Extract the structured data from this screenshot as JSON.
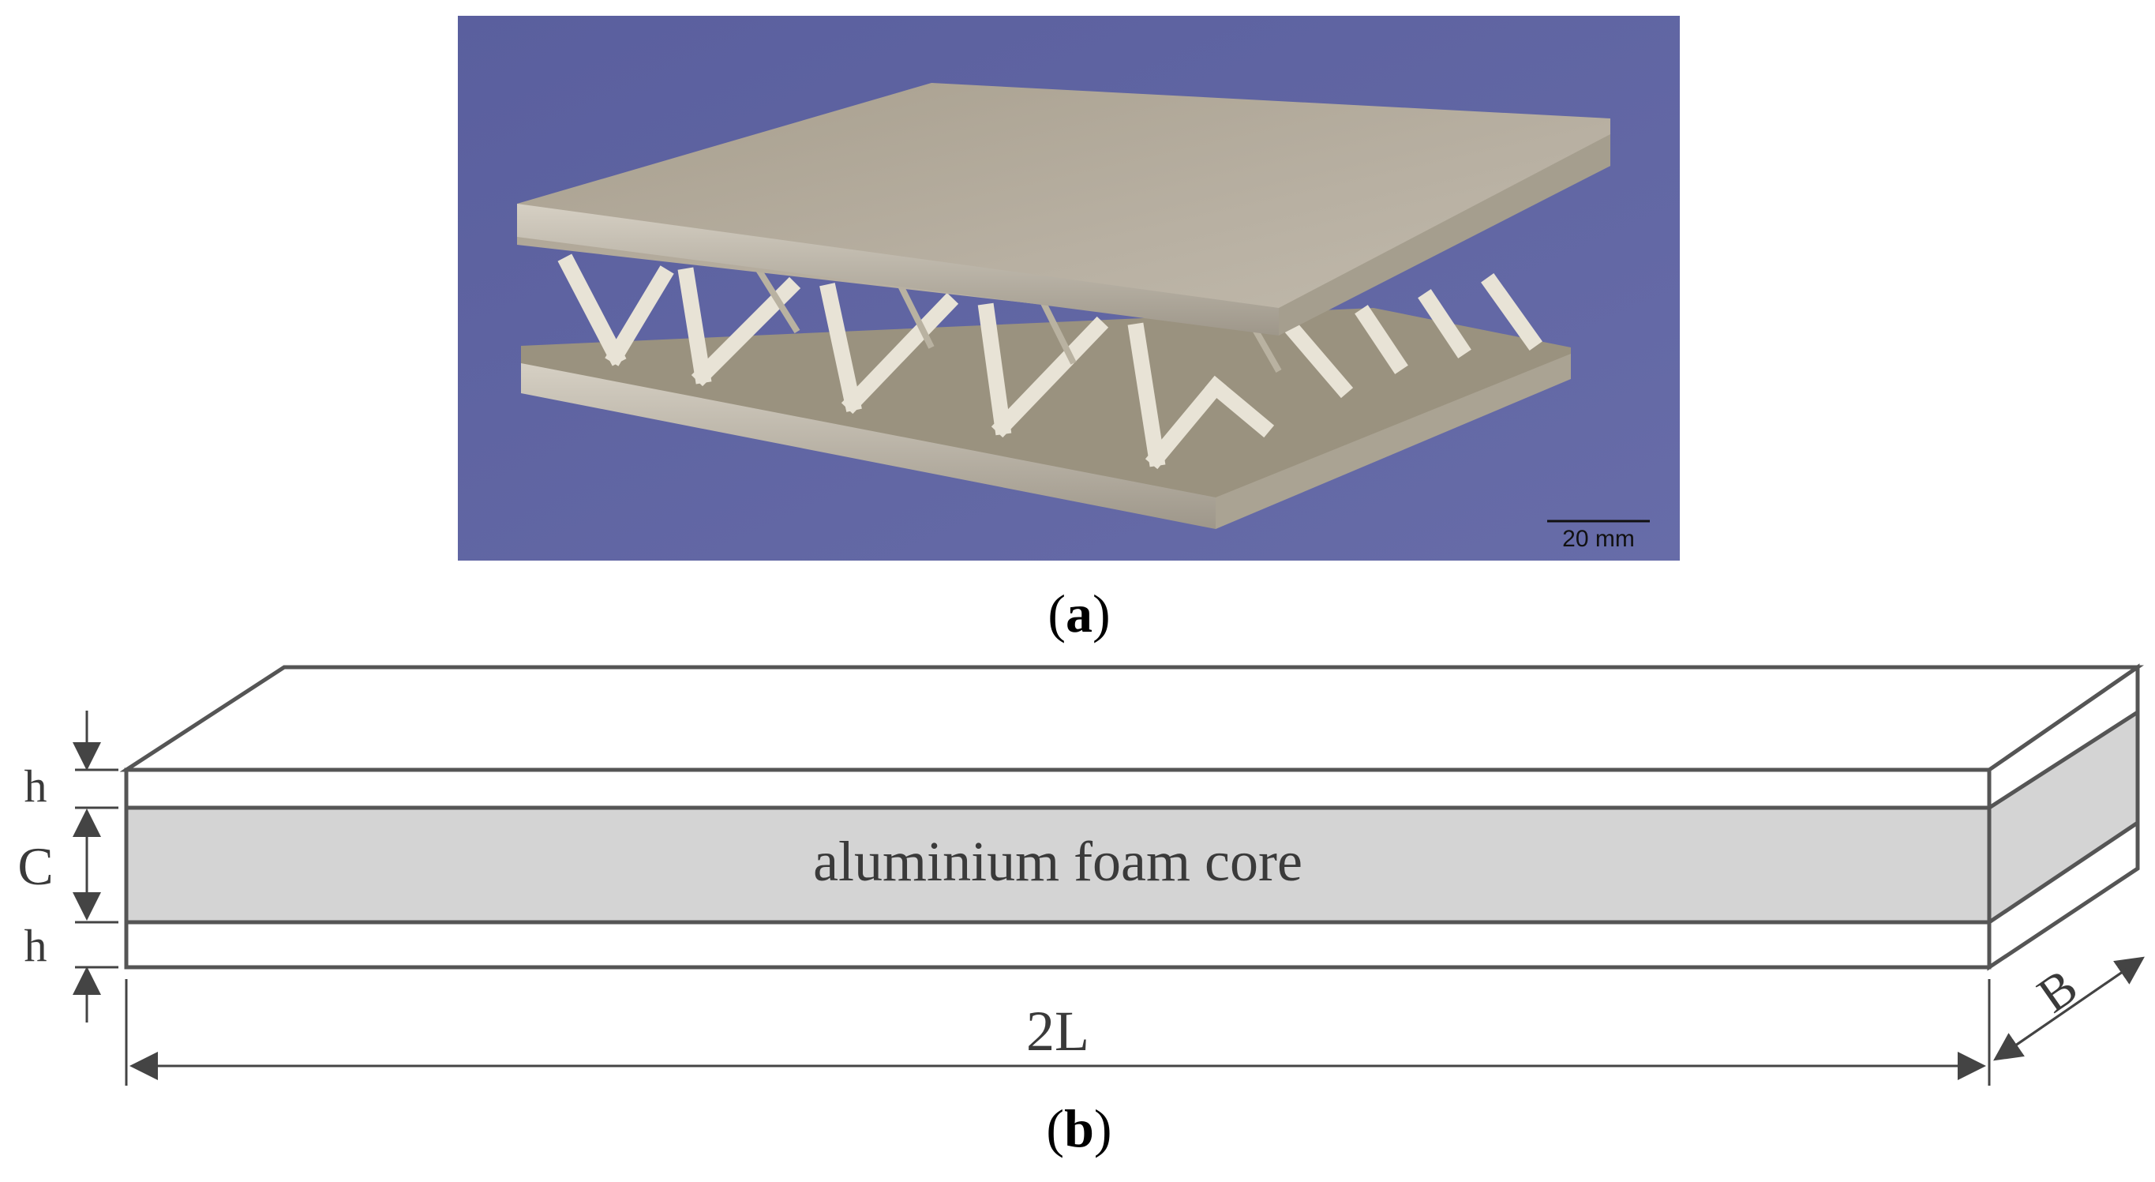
{
  "figure": {
    "panel_a": {
      "caption_label": "a",
      "scale_bar_label": "20 mm"
    },
    "panel_b": {
      "caption_label": "b",
      "core_label": "aluminium foam core",
      "dim_face_thickness_top": "h",
      "dim_core_thickness": "C",
      "dim_face_thickness_bottom": "h",
      "dim_length": "2L",
      "dim_width": "B"
    }
  },
  "colors": {
    "photo_background": "#5d62a0",
    "plate": "#b3ab9c",
    "core_fill": "#d4d4d4",
    "line": "#555555"
  }
}
